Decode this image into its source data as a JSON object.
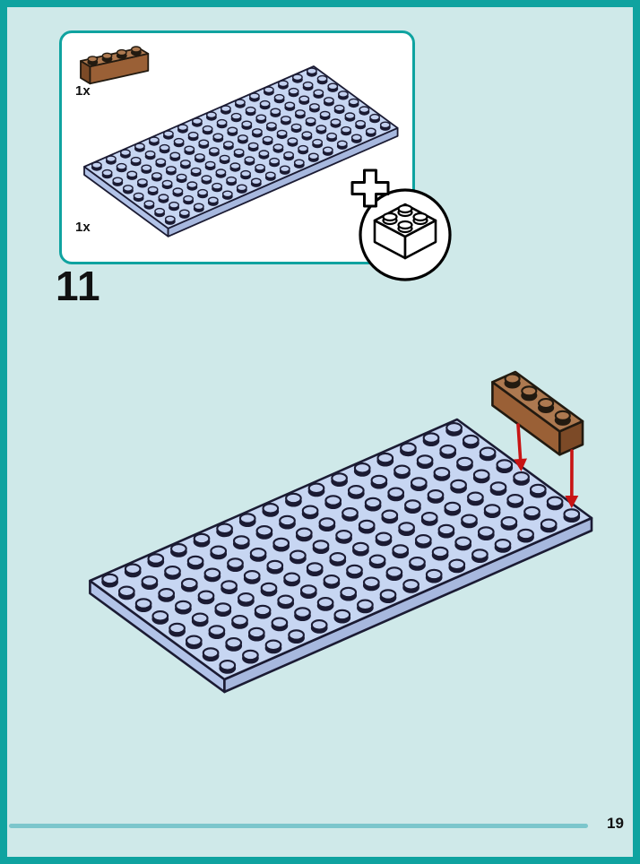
{
  "page": {
    "step_number": "11",
    "page_number": "19"
  },
  "parts_box": {
    "items": [
      {
        "count": "1x",
        "part": "brick-1x4-brown"
      },
      {
        "count": "1x",
        "part": "plate-8x16-light-blue"
      }
    ],
    "add_icon": {
      "name": "add-new-part-icon",
      "symbol": "+",
      "depicts": "2x2-brick-in-circle"
    }
  },
  "figures": {
    "parts_brick": {
      "type": "brick",
      "studs_long": 4,
      "studs_wide": 1,
      "color_name": "brown"
    },
    "parts_plate": {
      "type": "plate",
      "studs_long": 16,
      "studs_wide": 8,
      "color_name": "light-blue"
    },
    "main_plate": {
      "type": "plate",
      "studs_long": 16,
      "studs_wide": 8,
      "color_name": "light-blue"
    },
    "main_brick": {
      "type": "brick",
      "studs_long": 4,
      "studs_wide": 1,
      "color_name": "brown"
    },
    "placement_arrows": {
      "count": 2,
      "color": "#c81414"
    }
  },
  "colors": {
    "background": "#cfe9e9",
    "frame": "#0fa3a0",
    "footer_rule": "#7cc6cc",
    "text": "#111111",
    "box_background": "#ffffff",
    "plate_top": "#c7d6f2",
    "plate_side_left": "#b2c3e8",
    "plate_side_right": "#a7b8de",
    "plate_stroke": "#1b1b33",
    "stud_fill": "#c2d0ef",
    "brick_top": "#ad7950",
    "brick_front": "#9a6036",
    "brick_end": "#7c4a27",
    "brick_stroke": "#221a10",
    "icon_stroke": "#000000",
    "icon_fill": "#ffffff"
  }
}
